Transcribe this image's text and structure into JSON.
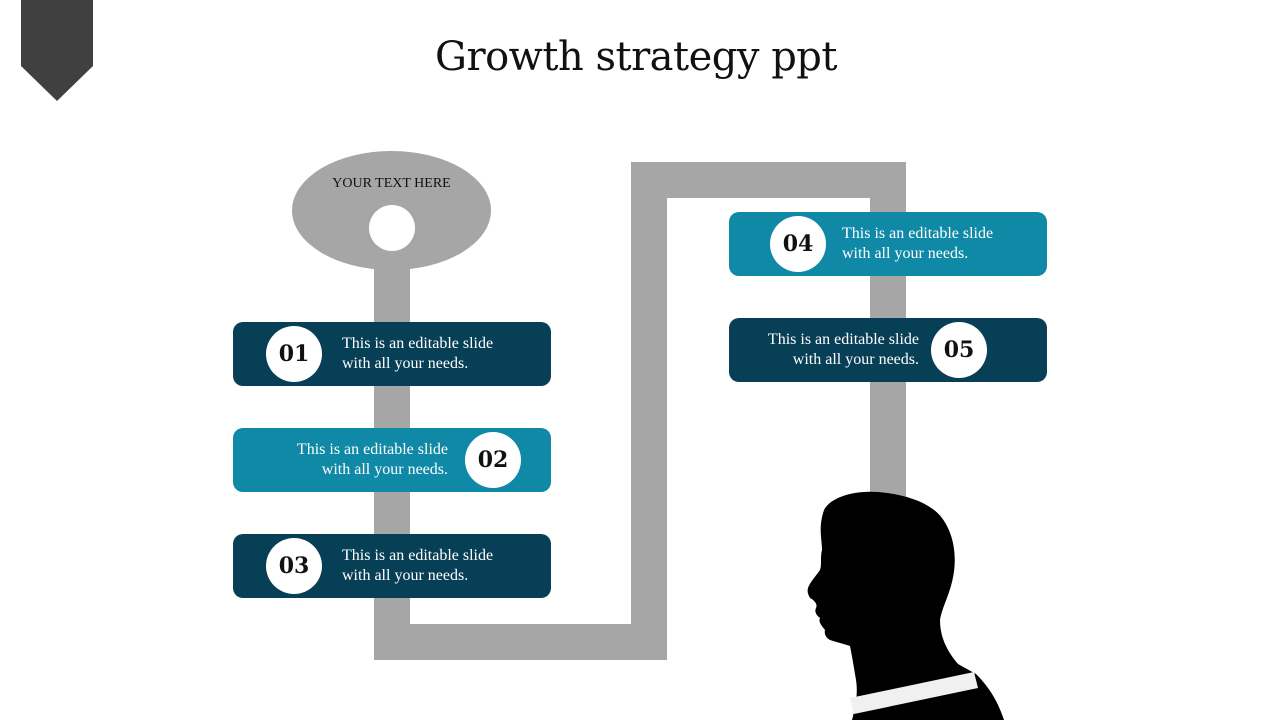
{
  "title": "Growth strategy ppt",
  "balloon": {
    "label": "YOUR TEXT HERE"
  },
  "steps": [
    {
      "number": "01",
      "line1": "This is an editable slide",
      "line2": "with all your needs."
    },
    {
      "number": "02",
      "line1": "This is an editable slide",
      "line2": "with all your needs."
    },
    {
      "number": "03",
      "line1": "This is an editable slide",
      "line2": "with all your needs."
    },
    {
      "number": "04",
      "line1": "This is an editable slide",
      "line2": "with all your needs."
    },
    {
      "number": "05",
      "line1": "This is an editable slide",
      "line2": "with all your needs."
    }
  ],
  "colors": {
    "dark": "#073f56",
    "light": "#1089a7",
    "pipe": "#a6a6a6",
    "bookmark": "#404040"
  },
  "icons": [
    "bookmark-ribbon-icon",
    "person-silhouette-icon"
  ]
}
